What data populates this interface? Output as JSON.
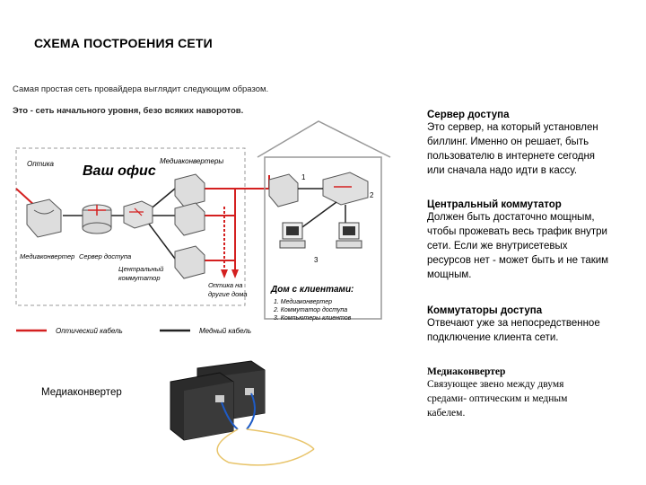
{
  "title": "СХЕМА ПОСТРОЕНИЯ СЕТИ",
  "intro_line1": "Самая простая сеть провайдера выглядит следующим образом.",
  "intro_line2": "Это - сеть начального уровня, безо всяких наворотов.",
  "diagram": {
    "office_title": "Ваш офис",
    "label_optics": "Оптика",
    "label_media_converters": "Медиаконвертеры",
    "label_media_converter": "Медиаконвертер",
    "label_access_server": "Сервер доступа",
    "label_central_switch_1": "Центральный",
    "label_central_switch_2": "коммутатор",
    "label_optics_to_houses_1": "Оптика на",
    "label_optics_to_houses_2": "другие дома",
    "house_title": "Дом с клиентами:",
    "house_legend": [
      "1. Медиаконвертер",
      "2. Коммутатор доступа",
      "3. Компьютеры клиентов"
    ],
    "num_1": "1",
    "num_2": "2",
    "num_3": "3",
    "legend_optical": "Оптический кабель",
    "legend_copper": "Медный кабель",
    "colors": {
      "optical": "#d42020",
      "copper": "#222222",
      "dashed": "#999999"
    }
  },
  "media_converter_caption": "Медиаконвертер",
  "descriptions": [
    {
      "heading": "Сервер доступа",
      "lines": [
        " Это сервер, на который установлен",
        "биллинг. Именно он решает, быть",
        "пользователю в интернете сегодня",
        "или сначала надо идти в кассу."
      ]
    },
    {
      "heading": "Центральный коммутатор",
      "lines": [
        " Должен быть достаточно мощным,",
        "чтобы прожевать весь трафик внутри",
        "сети. Если же внутрисетевых",
        "ресурсов нет - может быть и не таким",
        "мощным."
      ]
    },
    {
      "heading": "Коммутаторы доступа",
      "lines": [
        " Отвечают уже за непосредственное",
        "подключение клиента сети."
      ]
    },
    {
      "heading": "Медиаконвертер",
      "lines": [
        "Связующее звено между двумя",
        "средами- оптическим и медным",
        "кабелем."
      ]
    }
  ]
}
